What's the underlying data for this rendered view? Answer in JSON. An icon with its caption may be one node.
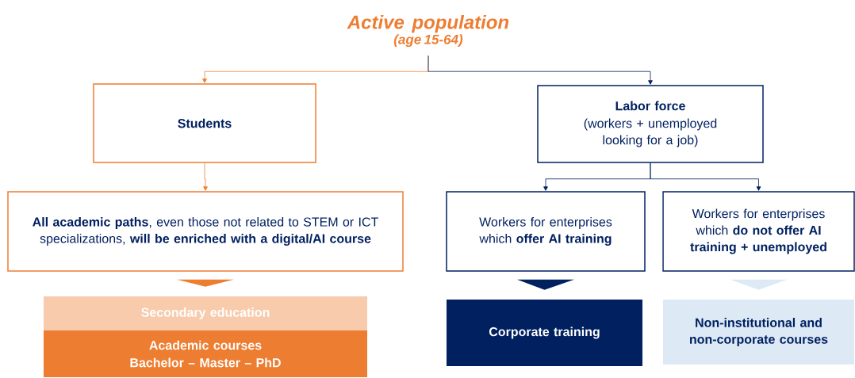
{
  "diagram": {
    "nodes": [
      {
        "text": [
          "Active population",
          "(age 15-64)"
        ]
      },
      {
        "text": [
          "Students"
        ]
      },
      {
        "text": [
          "Labor force",
          "(workers + unemployed looking for a job)"
        ]
      },
      {
        "text": [
          "**All academic paths**, even those not related to STEM or ICT specializations, **will be enriched with a digital/AI course**"
        ]
      },
      {
        "text": [
          "Workers for enterprises which **offer AI training**"
        ]
      },
      {
        "text": [
          "Workers for enterprises which **do not offer AI training + unemployed**"
        ]
      },
      {
        "text": [
          "Secondary education"
        ]
      },
      {
        "text": [
          "Academic courses",
          "Bachelor – Master – PhD"
        ]
      },
      {
        "text": [
          "Corporate training"
        ]
      },
      {
        "text": [
          "Non-institutional and non-corporate courses"
        ]
      }
    ],
    "edges": [
      {
        "from": 0,
        "to": 1,
        "arrow": "to",
        "color": "#ed7d31"
      },
      {
        "from": 0,
        "to": 2,
        "arrow": "to"
      },
      {
        "from": 1,
        "to": 3,
        "arrow": "to",
        "color": "#ed7d31"
      },
      {
        "from": 2,
        "to": 4,
        "arrow": "to"
      },
      {
        "from": 2,
        "to": 5,
        "arrow": "to"
      },
      {
        "from": 3,
        "to": 6,
        "arrow": "to",
        "color": "#ed7d31"
      },
      {
        "from": 4,
        "to": 8,
        "arrow": "to"
      },
      {
        "from": 5,
        "to": 9,
        "arrow": "to",
        "color": "#ddeaf6"
      }
    ]
  }
}
